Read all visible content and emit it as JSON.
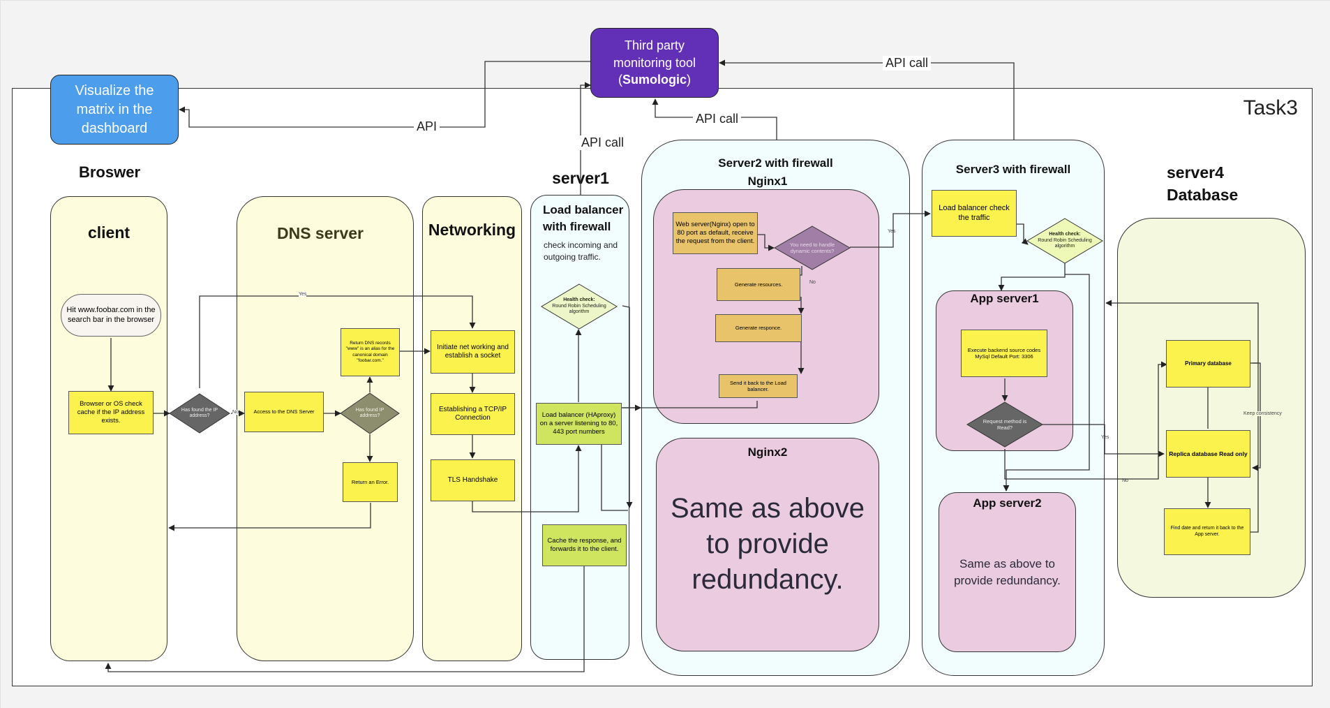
{
  "frame_title": "Task3",
  "top_boxes": {
    "visualize": "Visualize the matrix in the dashboard",
    "monitor_line1": "Third party",
    "monitor_line2": "monitoring tool",
    "monitor_line3_pre": "(",
    "monitor_bold": "Sumologic",
    "monitor_line3_post": ")"
  },
  "edge_labels": {
    "api": "API",
    "api_call_1": "API call",
    "api_call_2": "API call",
    "api_call_3": "API call",
    "yes_top": "Yes",
    "no_browser": "No",
    "no_nginx": "No",
    "yes_nginx": "Yes",
    "yes_db": "Yes",
    "no_db": "No",
    "keep_consistency": "Keep consistency"
  },
  "lanes": {
    "browser_heading": "Broswer",
    "client": "client",
    "dns": "DNS server",
    "networking": "Networking",
    "server1_heading": "server1",
    "lb_title": "Load balancer with firewall",
    "lb_sub": "check incoming and outgoing traffic.",
    "server2": "Server2 with firewall",
    "nginx1": "Nginx1",
    "nginx2": "Nginx2",
    "nginx2_body": "Same as above to provide redundancy.",
    "server3": "Server3 with firewall",
    "app1": "App server1",
    "app2": "App server2",
    "app2_body": "Same as above to provide redundancy.",
    "server4_line1": "server4",
    "server4_line2": "Database"
  },
  "nodes": {
    "hit": "Hit www.foobar.com in the search bar in the browser",
    "cache": "Browser or OS check cache if the IP address exists.",
    "has_ip": "Has found the IP address?",
    "access_dns": "Access to the DNS Server",
    "has_found_ip": "Has found IP address?",
    "return_dns": "Return DNS records \"www\" is an alias for the canonical domain \"foobar.com.\"",
    "return_error": "Return an Error.",
    "initiate": "Initiate net working and establish a socket",
    "tcp": "Establishing a TCP/IP Connection",
    "tls": "TLS Handshake",
    "health1_bold": "Health check:",
    "health1_rest": "Round Robin Scheduling algorithm",
    "haproxy": "Load balancer (HAproxy) on a server listening to 80, 443 port numbers",
    "cache_resp": "Cache the response, and forwards it to the client.",
    "webserver": "Web server(Nginx) open to 80 port as default, receive the request from the client.",
    "dynamic": "You need to handle dynamic contents?",
    "gen_res": "Generate resources.",
    "gen_resp": "Generate responce.",
    "send_back": "Send it back to the Load balancer.",
    "lb_check": "Load balancer check the traffic",
    "health2_bold": "Health check:",
    "health2_rest": "Round Robin Scheduling algorithm",
    "backend": "Execute backend source codes MySql Default Port: 3306",
    "read": "Request method is Read?",
    "primary": "Primary database",
    "replica": "Replica database Read only",
    "find": "Find date and return it back to the App server."
  }
}
